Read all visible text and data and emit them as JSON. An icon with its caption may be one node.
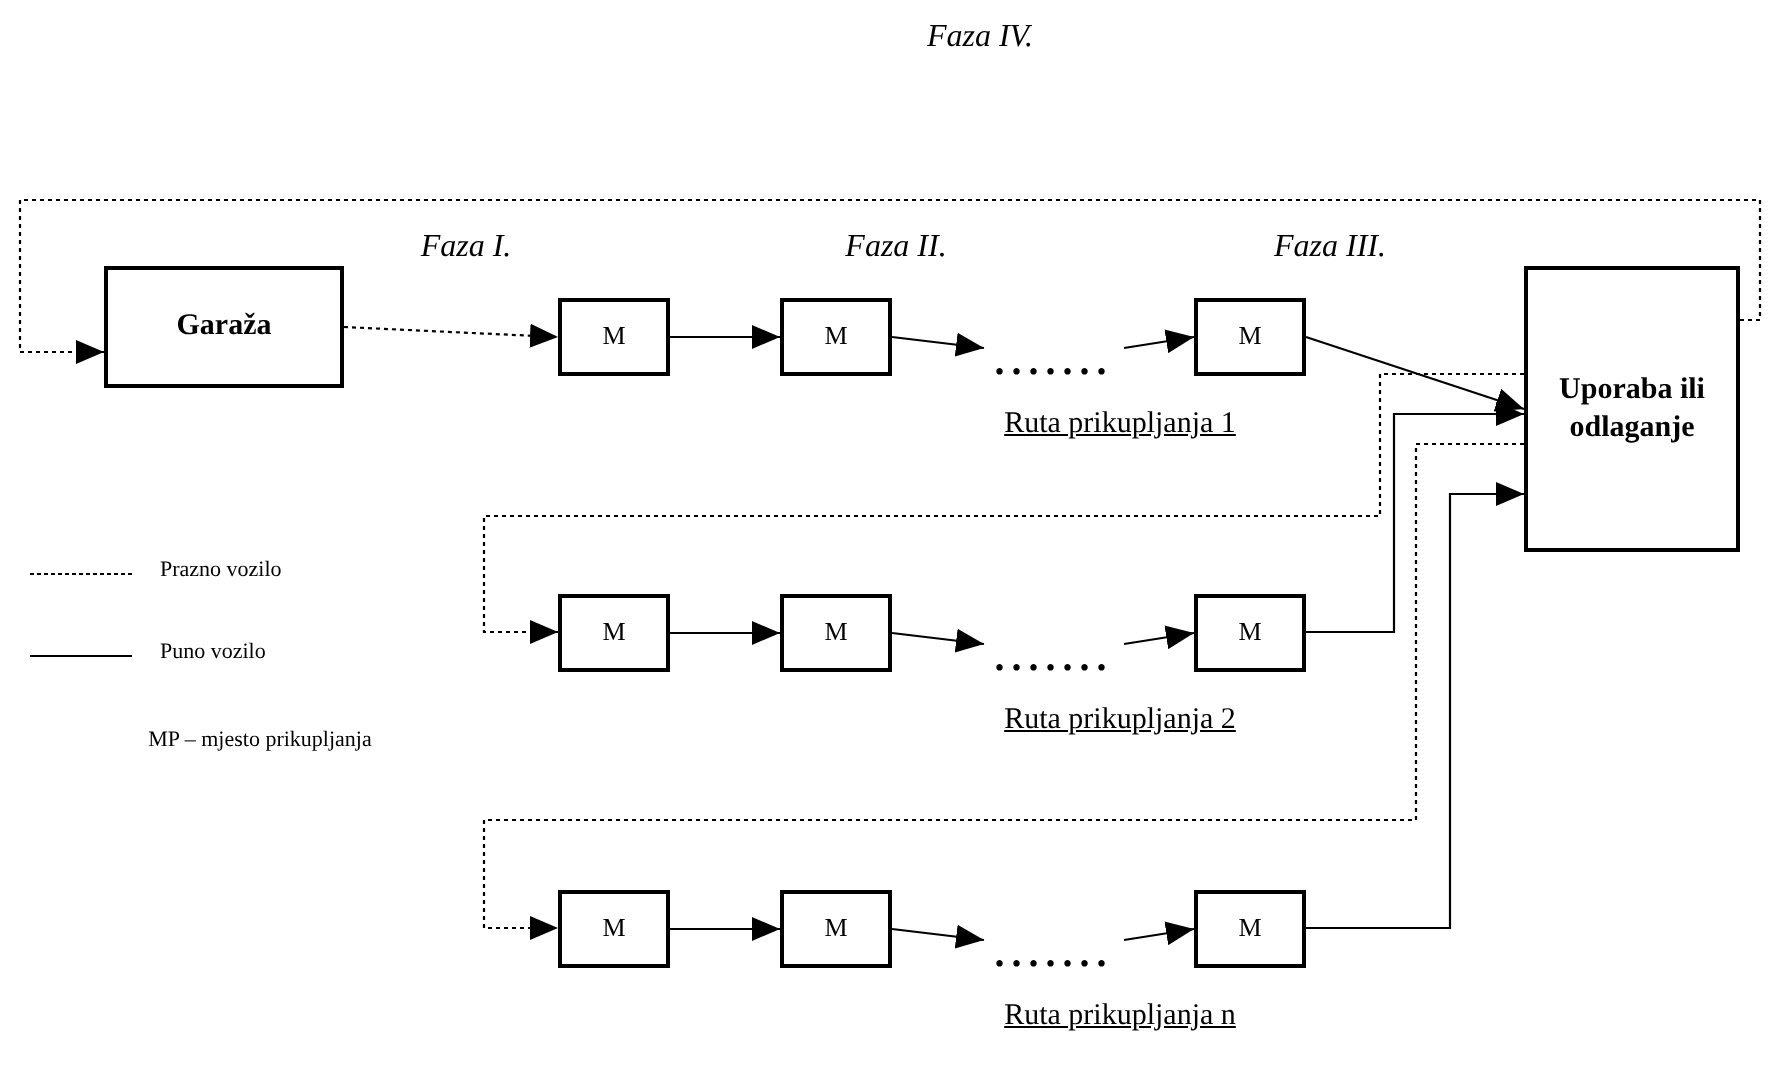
{
  "diagram": {
    "nodes": [
      {
        "text": [
          "Garaža"
        ]
      },
      {
        "text": [
          "M"
        ]
      },
      {
        "text": [
          "M"
        ]
      },
      {
        "text": [
          "......."
        ]
      },
      {
        "text": [
          "M"
        ]
      },
      {
        "text": [
          "Uporaba ili odlaganje"
        ]
      },
      {
        "text": [
          "M"
        ]
      },
      {
        "text": [
          "M"
        ]
      },
      {
        "text": [
          "......."
        ]
      },
      {
        "text": [
          "M"
        ]
      },
      {
        "text": [
          "M"
        ]
      },
      {
        "text": [
          "M"
        ]
      },
      {
        "text": [
          "......."
        ]
      },
      {
        "text": [
          "M"
        ]
      }
    ],
    "edges": [
      {
        "from": 5,
        "to": 0,
        "arrow": "to",
        "style": "dashed"
      },
      {
        "from": 0,
        "to": 1,
        "arrow": "to",
        "style": "dashed"
      },
      {
        "from": 1,
        "to": 2,
        "arrow": "to"
      },
      {
        "from": 2,
        "to": 3,
        "arrow": "to"
      },
      {
        "from": 3,
        "to": 4,
        "arrow": "to"
      },
      {
        "from": 4,
        "to": 5,
        "arrow": "to"
      },
      {
        "from": 5,
        "to": 6,
        "arrow": "to",
        "style": "dashed"
      },
      {
        "from": 6,
        "to": 7,
        "arrow": "to"
      },
      {
        "from": 7,
        "to": 8,
        "arrow": "to"
      },
      {
        "from": 8,
        "to": 9,
        "arrow": "to"
      },
      {
        "from": 9,
        "to": 5,
        "arrow": "to"
      },
      {
        "from": 5,
        "to": 10,
        "arrow": "to",
        "style": "dashed"
      },
      {
        "from": 10,
        "to": 11,
        "arrow": "to"
      },
      {
        "from": 11,
        "to": 12,
        "arrow": "to"
      },
      {
        "from": 12,
        "to": 13,
        "arrow": "to"
      },
      {
        "from": 13,
        "to": 5,
        "arrow": "to"
      }
    ],
    "labels": [
      "Faza IV.",
      "Faza I.",
      "Faza II.",
      "Faza III.",
      "Ruta prikupljanja 1",
      "Ruta prikupljanja 2",
      "MP – mjesto prikupljanja",
      "Ruta prikupljanja n"
    ],
    "legend": [
      {
        "text": "Prazno vozilo"
      },
      {
        "text": "Puno vozilo"
      }
    ]
  }
}
